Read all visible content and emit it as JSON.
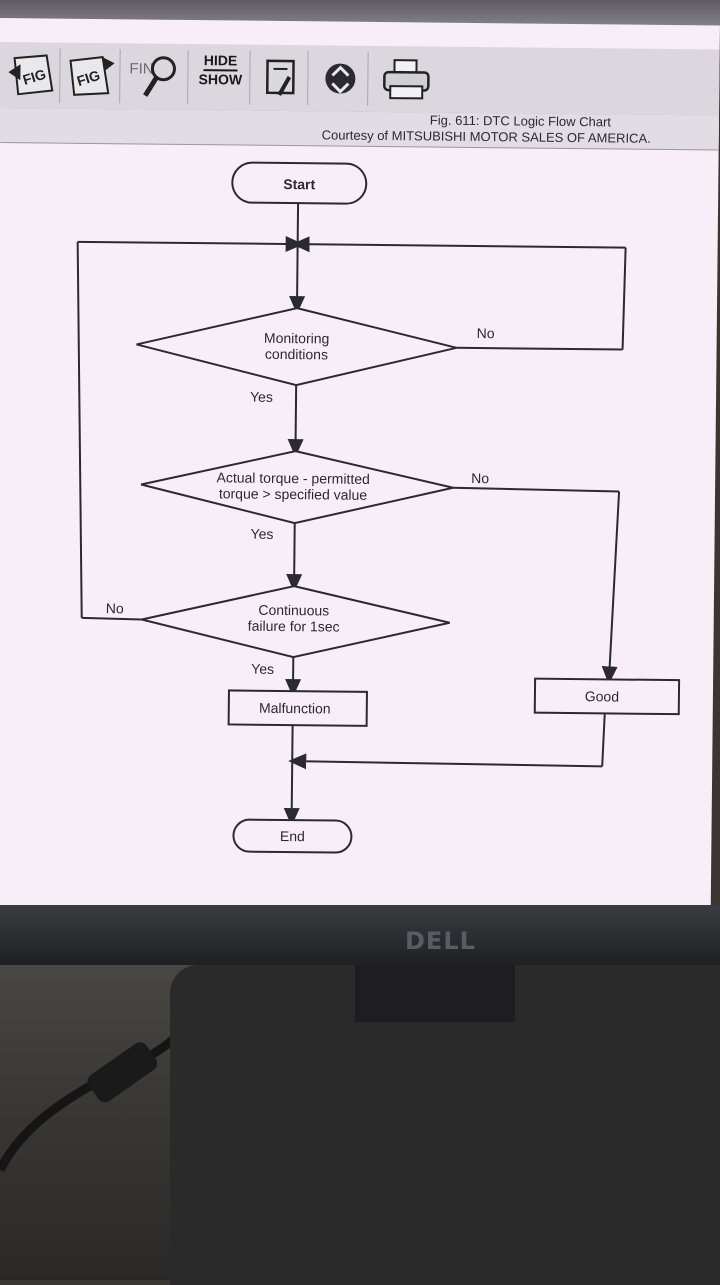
{
  "toolbar": {
    "buttons": [
      {
        "name": "fig-back-button",
        "icon": "fig-back-icon",
        "label": "FIG"
      },
      {
        "name": "fig-forward-button",
        "icon": "fig-forward-icon",
        "label": "FIG"
      },
      {
        "name": "find-button",
        "icon": "find-magnifier-icon",
        "label": "FIND"
      },
      {
        "name": "hide-show-button",
        "label_top": "HIDE",
        "label_bottom": "SHOW"
      },
      {
        "name": "notes-button",
        "icon": "notepad-pencil-icon"
      },
      {
        "name": "refresh-button",
        "icon": "refresh-arrows-icon"
      },
      {
        "name": "print-button",
        "icon": "printer-icon"
      }
    ]
  },
  "caption": {
    "title": "Fig. 611: DTC Logic Flow Chart",
    "credit": "Courtesy of MITSUBISHI MOTOR SALES OF AMERICA."
  },
  "flowchart": {
    "start": "Start",
    "decision1": {
      "line1": "Monitoring",
      "line2": "conditions"
    },
    "decision2": {
      "line1": "Actual torque - permitted",
      "line2": "torque > specified value"
    },
    "decision3": {
      "line1": "Continuous",
      "line2": "failure for 1sec"
    },
    "malfunction": "Malfunction",
    "good": "Good",
    "end": "End",
    "labels": {
      "yes1": "Yes",
      "yes2": "Yes",
      "yes3": "Yes",
      "no1": "No",
      "no2": "No",
      "no3": "No"
    }
  },
  "monitor": {
    "brand": "DELL"
  },
  "colors": {
    "screen_bg": "#f7eef8",
    "line": "#2a2a30"
  }
}
